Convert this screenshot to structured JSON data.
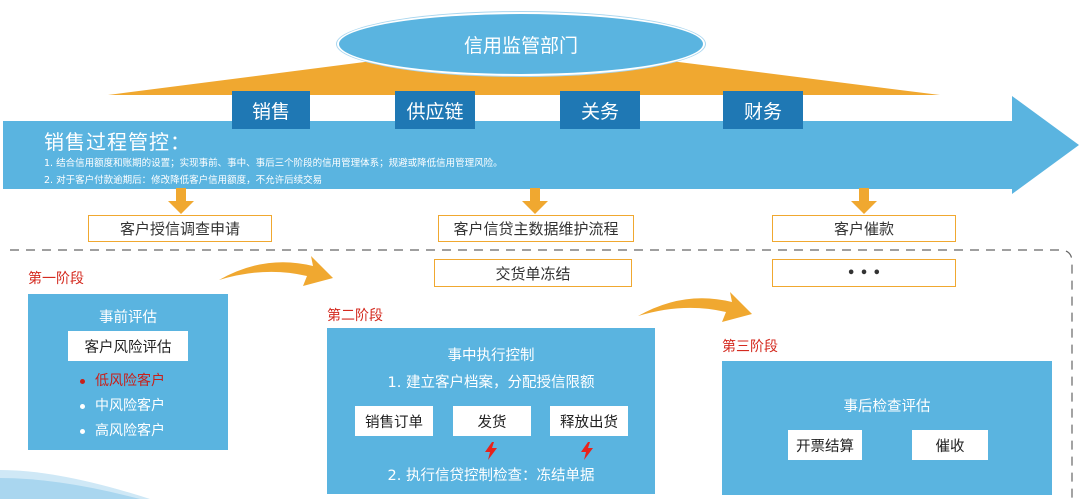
{
  "top": {
    "title": "信用监管部门"
  },
  "departments": [
    "销售",
    "供应链",
    "关务",
    "财务"
  ],
  "banner": {
    "title": "销售过程管控：",
    "line1": "1. 结合信用额度和账期的设置；实现事前、事中、事后三个阶段的信用管理体系；规避或降低信用管理风险。",
    "line2": "2. 对于客户付款逾期后：修改降低客户信用额度，不允许后续交易"
  },
  "process_boxes": {
    "investigation": "客户授信调查申请",
    "master_data": "客户信贷主数据维护流程",
    "delivery_freeze": "交货单冻结",
    "collection": "客户催款",
    "ellipsis": "• • •"
  },
  "stage1": {
    "label": "第一阶段",
    "title": "事前评估",
    "box": "客户风险评估",
    "items": [
      "低风险客户",
      "中风险客户",
      "高风险客户"
    ]
  },
  "stage2": {
    "label": "第二阶段",
    "title": "事中执行控制",
    "line1": "1. 建立客户档案，分配授信限额",
    "boxes": [
      "销售订单",
      "发货",
      "释放出货"
    ],
    "line2": "2. 执行信贷控制检查：冻结单据"
  },
  "stage3": {
    "label": "第三阶段",
    "title": "事后检查评估",
    "boxes": [
      "开票结算",
      "催收"
    ]
  },
  "colors": {
    "light_blue": "#5ab4e0",
    "dark_blue": "#1f78b4",
    "orange": "#f0a830",
    "red": "#d42a1f"
  }
}
